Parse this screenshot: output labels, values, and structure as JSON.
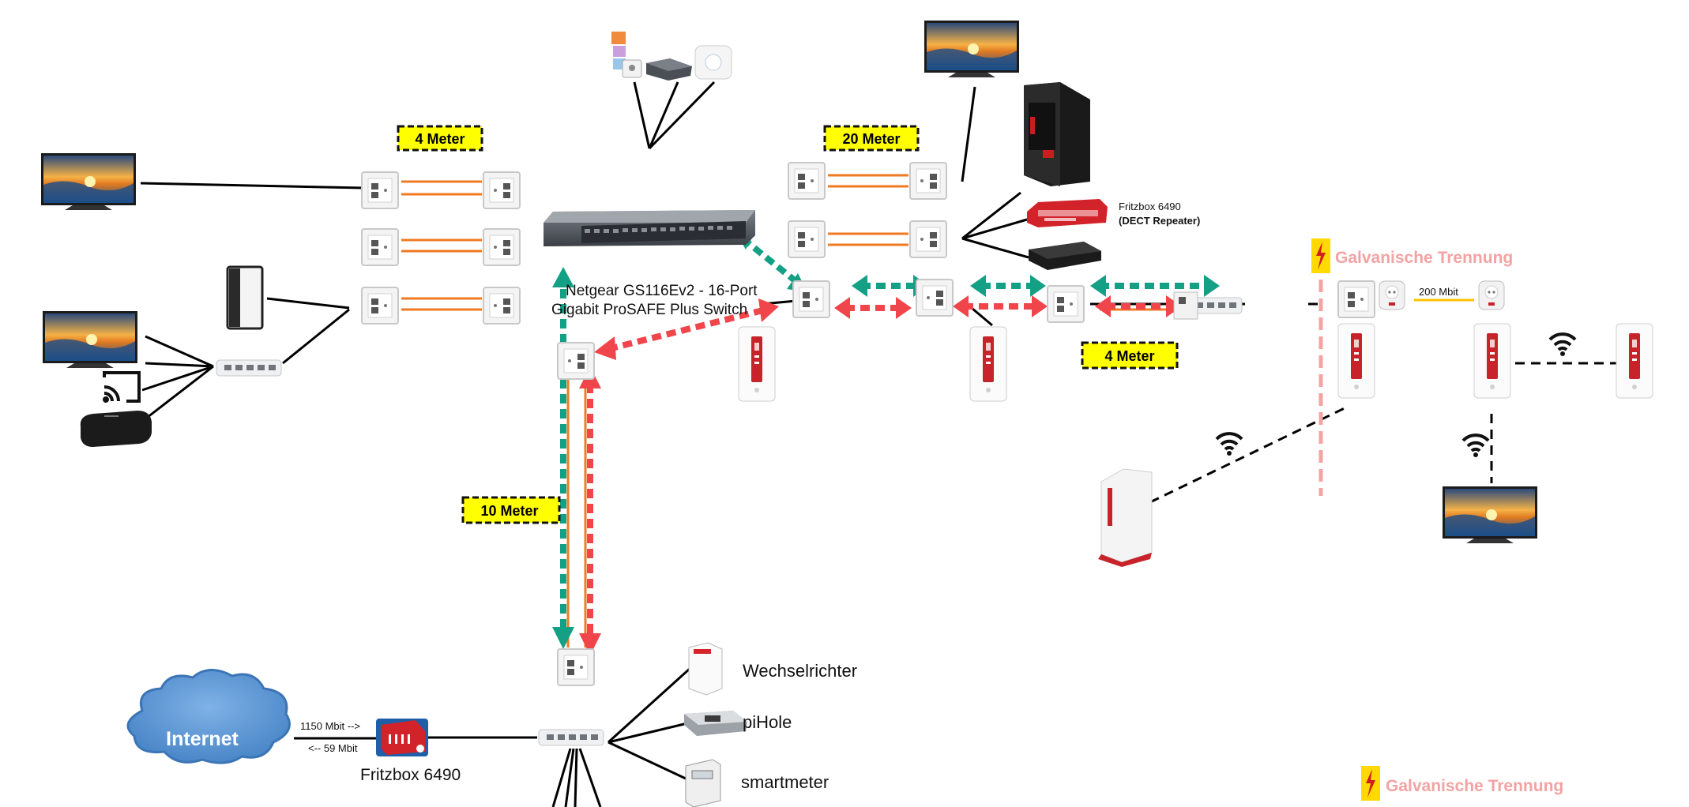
{
  "labels": {
    "len_top": "4 Meter",
    "len_mid": "20 Meter",
    "len_right": "4 Meter",
    "len_vert": "10 Meter",
    "switch_line1": "Netgear GS116Ev2 - 16-Port",
    "switch_line2": "Gigabit ProSAFE Plus Switch",
    "fritz_dect_name": "Fritzbox 6490",
    "fritz_dect_note": "(DECT Repeater)",
    "galvanic_1": "Galvanische Trennung",
    "galvanic_2": "Galvanische Trennung",
    "plc_speed": "200 Mbit",
    "internet": "Internet",
    "down_speed": "1150 Mbit -->",
    "up_speed": "<-- 59 Mbit",
    "fritzbox_main": "Fritzbox 6490",
    "dev_inverter": "Wechselrichter",
    "dev_pihole": "piHole",
    "dev_smartmeter": "smartmeter"
  },
  "colors": {
    "cable_orange": "#f07a22",
    "arrow_green": "#13a085",
    "arrow_red": "#f0454a",
    "label_yellow": "#ffff00",
    "galvanic_pink": "#f4a2a2",
    "lightning_yellow": "#ffd900",
    "fritz_red": "#d3232a"
  },
  "icons": [
    "tv-icon",
    "pc-tower-icon",
    "cast-icon",
    "media-box-icon",
    "network-switch-icon",
    "wall-socket-icon",
    "powerline-adapter-icon",
    "wifi-icon",
    "dect-repeater-icon",
    "lightning-icon",
    "cloud-icon",
    "raspberry-pi-icon",
    "smart-meter-icon",
    "inverter-icon",
    "smart-home-hub-icon"
  ]
}
